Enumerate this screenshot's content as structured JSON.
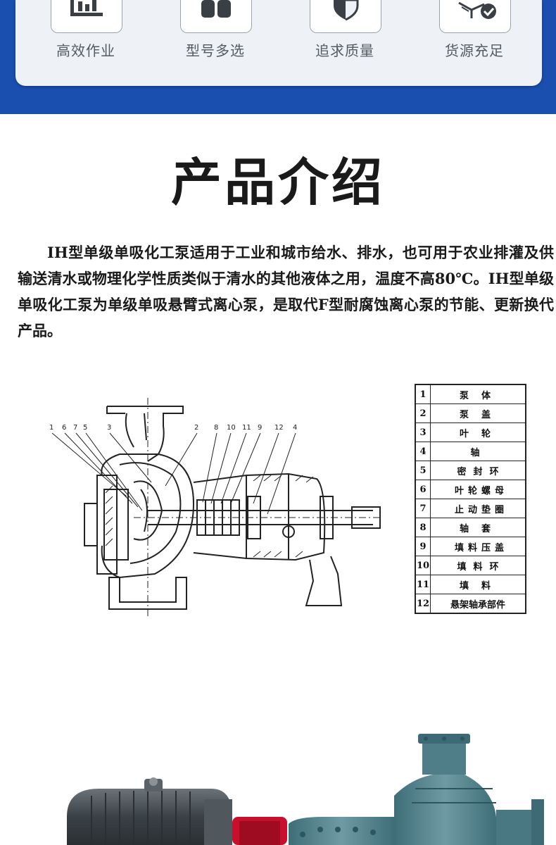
{
  "features": [
    {
      "label": "高效作业",
      "icon": "bar-chart-icon"
    },
    {
      "label": "型号多选",
      "icon": "grid-icon"
    },
    {
      "label": "追求质量",
      "icon": "shield-icon"
    },
    {
      "label": "货源充足",
      "icon": "box-check-icon"
    }
  ],
  "section_title": "产品介绍",
  "intro": "IH型单级单吸化工泵适用于工业和城市给水、排水，也可用于农业排灌及供输送清水或物理化学性质类似于清水的其他液体之用，温度不高80℃。IH型单级单吸化工泵为单级单吸悬臂式离心泵，是取代F型耐腐蚀离心泵的节能、更新换代产品。",
  "diagram": {
    "callouts": [
      "1",
      "6",
      "7",
      "5",
      "3",
      "2",
      "8",
      "10",
      "11",
      "9",
      "12",
      "4"
    ]
  },
  "parts": [
    {
      "num": "1",
      "name": "泵体"
    },
    {
      "num": "2",
      "name": "泵盖"
    },
    {
      "num": "3",
      "name": "叶轮"
    },
    {
      "num": "4",
      "name": "轴"
    },
    {
      "num": "5",
      "name": "密封环"
    },
    {
      "num": "6",
      "name": "叶轮螺母"
    },
    {
      "num": "7",
      "name": "止动垫圈"
    },
    {
      "num": "8",
      "name": "轴套"
    },
    {
      "num": "9",
      "name": "填料压盖"
    },
    {
      "num": "10",
      "name": "填料环"
    },
    {
      "num": "11",
      "name": "填料"
    },
    {
      "num": "12",
      "name": "悬架轴承部件"
    }
  ],
  "colors": {
    "banner_blue": "#1a4fb0",
    "card_bg": "#eef2f7",
    "icon_dark": "#3a3f45",
    "motor_gray": "#4a5258",
    "coupling_red": "#c8102e",
    "pump_teal": "#5e8a94"
  }
}
